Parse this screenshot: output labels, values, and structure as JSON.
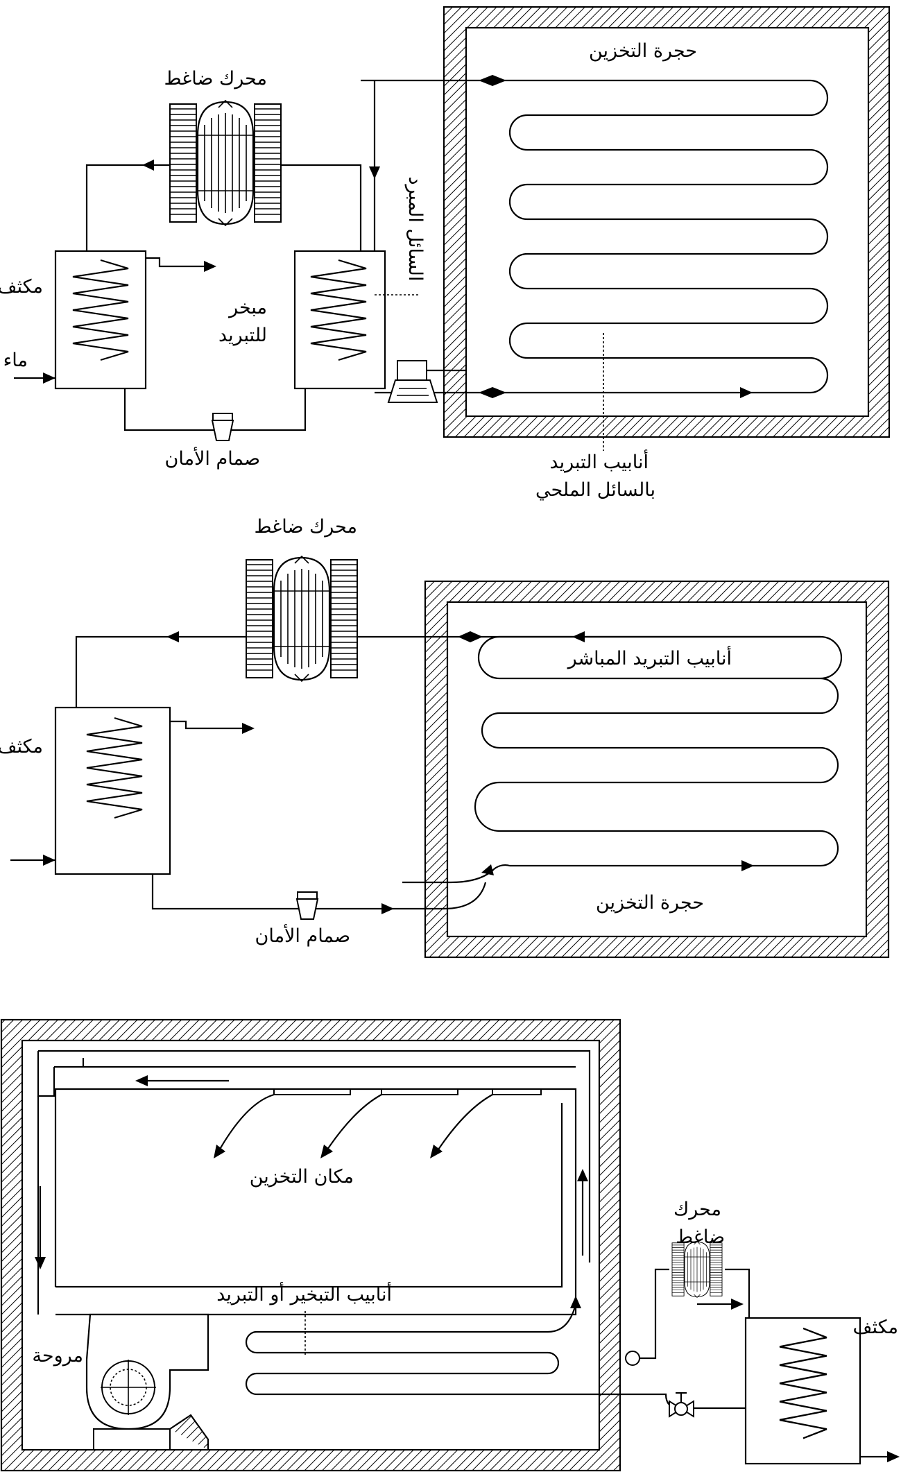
{
  "diagram_top": {
    "storage_room": "حجرة التخزين",
    "compressor": "محرك ضاغط",
    "condenser": "مكثف",
    "water": "ماء",
    "chiller_line1": "مبخر",
    "chiller_line2": "للتبريد",
    "cooled_liquid": "السائل المبرد",
    "safety_valve": "صمام الأمان",
    "brine_pipes_line1": "أنابيب التبريد",
    "brine_pipes_line2": "بالسائل الملحي"
  },
  "diagram_middle": {
    "compressor": "محرك ضاغط",
    "direct_pipes": "أنابيب التبريد المباشر",
    "condenser": "مكثف",
    "safety_valve": "صمام الأمان",
    "storage_room": "حجرة التخزين"
  },
  "diagram_bottom": {
    "storage_place": "مكان التخزين",
    "evap_pipes": "أنابيب التبخير أو التبريد",
    "fan": "مروحة",
    "compressor_line1": "محرك",
    "compressor_line2": "ضاغط",
    "condenser": "مكثف"
  }
}
